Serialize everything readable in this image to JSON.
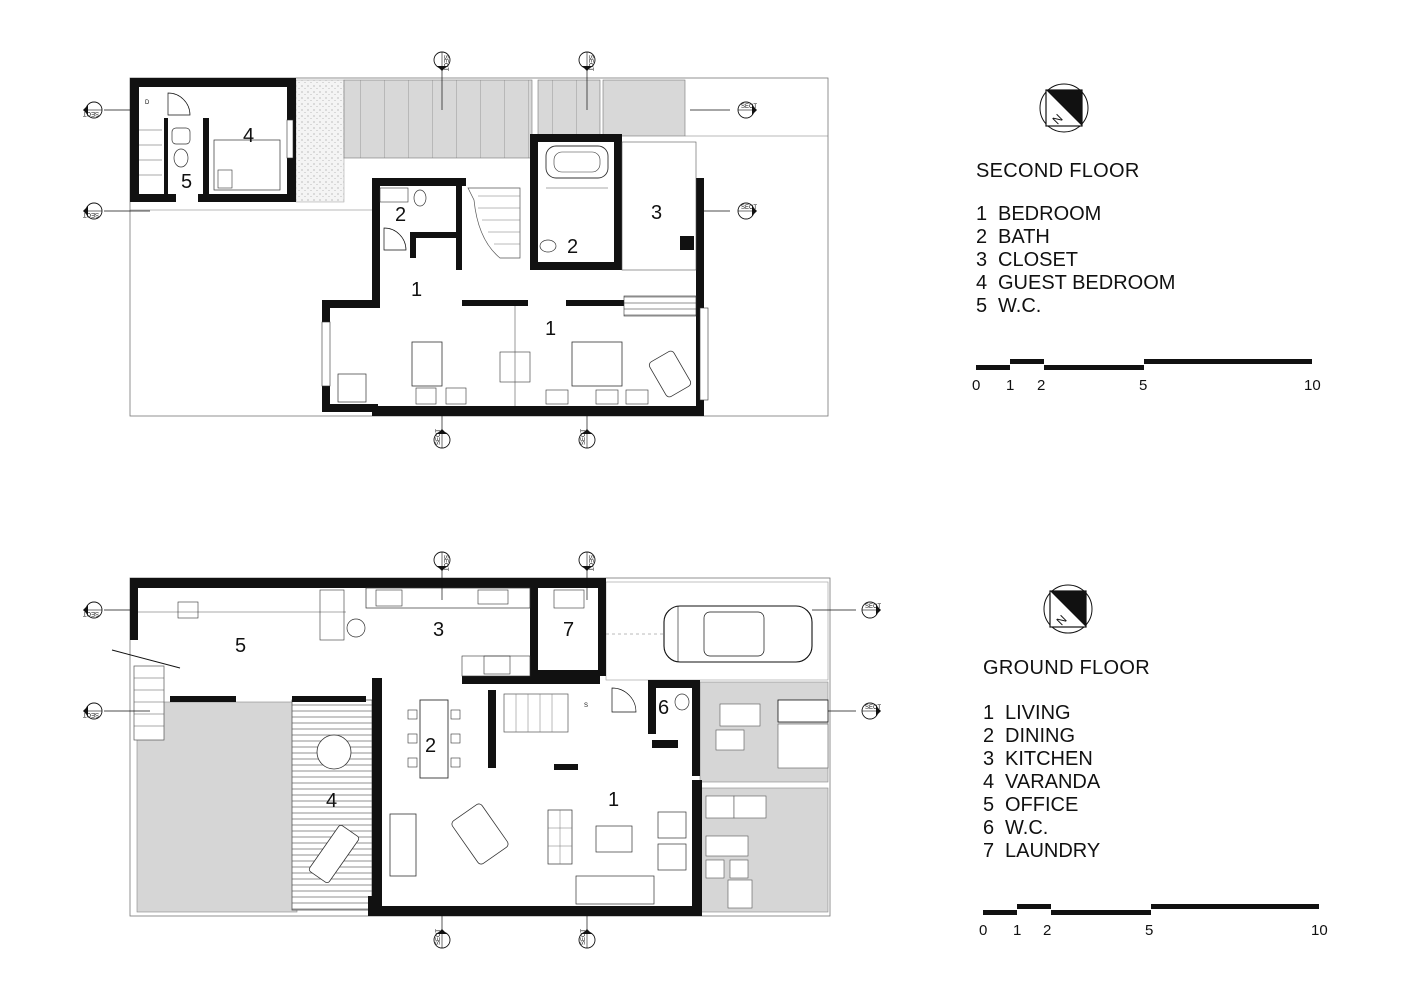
{
  "section_marker": {
    "abbr": "SECT",
    "a": "A",
    "b": "B",
    "c": "C",
    "d": "D"
  },
  "north": "N",
  "second_floor": {
    "title": "SECOND FLOOR",
    "rooms": [
      {
        "num": "1",
        "name": "BEDROOM"
      },
      {
        "num": "2",
        "name": "BATH"
      },
      {
        "num": "3",
        "name": "CLOSET"
      },
      {
        "num": "4",
        "name": "GUEST BEDROOM"
      },
      {
        "num": "5",
        "name": "W.C."
      }
    ],
    "plan_labels": {
      "door_d": "D"
    },
    "scale_ticks": [
      "0",
      "1",
      "2",
      "5",
      "10"
    ]
  },
  "ground_floor": {
    "title": "GROUND FLOOR",
    "rooms": [
      {
        "num": "1",
        "name": "LIVING"
      },
      {
        "num": "2",
        "name": "DINING"
      },
      {
        "num": "3",
        "name": "KITCHEN"
      },
      {
        "num": "4",
        "name": "VARANDA"
      },
      {
        "num": "5",
        "name": "OFFICE"
      },
      {
        "num": "6",
        "name": "W.C."
      },
      {
        "num": "7",
        "name": "LAUNDRY"
      }
    ],
    "plan_labels": {
      "stair_s": "S"
    },
    "scale_ticks": [
      "0",
      "1",
      "2",
      "5",
      "10"
    ]
  }
}
